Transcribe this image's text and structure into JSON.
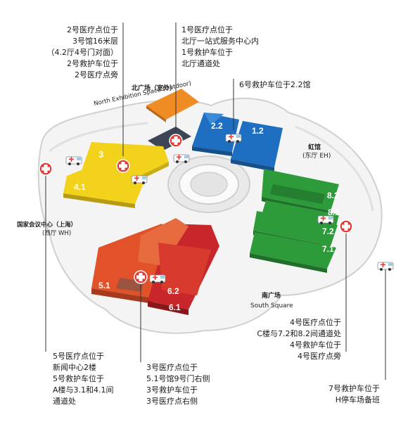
{
  "zones": {
    "north_plaza": {
      "cn": "北广场（室外）",
      "en": "North Exhibition Space (Outdoor)"
    },
    "hongguan": {
      "cn": "虹馆",
      "en": "(东厅 EH)"
    },
    "west_hall": {
      "cn": "国家会议中心（上海）",
      "en": "(西厅 WH)"
    },
    "south_square": {
      "cn": "南广场",
      "en": "South Square"
    }
  },
  "halls": {
    "h3": "3",
    "h4_1": "4.1",
    "h2_2": "2.2",
    "h1_2": "1.2",
    "h8_2": "8.2",
    "h8_1": "8.1",
    "h7_2": "7.2",
    "h7_1": "7.1",
    "h5_1": "5.1",
    "h6_2": "6.2",
    "h6_1": "6.1"
  },
  "notes": {
    "n2": [
      "2号医疗点位于",
      "3号馆16米层",
      "（4.2厅4号门对面）",
      "2号救护车位于",
      "2号医疗点旁"
    ],
    "n1": [
      "1号医疗点位于",
      "北厅一站式服务中心内",
      "1号救护车位于",
      "北厅通道处"
    ],
    "n6": [
      "6号救护车位于2.2馆"
    ],
    "n4": [
      "4号医疗点位于",
      "C楼与7.2和8.2间通道处",
      "4号救护车位于",
      "4号医疗点旁"
    ],
    "n5": [
      "5号医疗点位于",
      "新闻中心2楼",
      "5号救护车位于",
      "A楼与3.1和4.1间",
      "通道处"
    ],
    "n3": [
      "3号医疗点位于",
      "5.1号馆9号门右侧",
      "3号救护车位于",
      "3号医疗点右侧"
    ],
    "n7": [
      "7号救护车位于",
      "H停车场备班"
    ]
  },
  "colors": {
    "yellow": "#f2d21b",
    "blue": "#1e6fc2",
    "green": "#2e9b3b",
    "red": "#c8262a",
    "orange_red": "#e2522a",
    "orange": "#ef8c24",
    "medical": "#e23a35",
    "line": "#333333"
  },
  "icons": {
    "medical": "medical-cross-icon",
    "ambulance": "ambulance-icon"
  }
}
